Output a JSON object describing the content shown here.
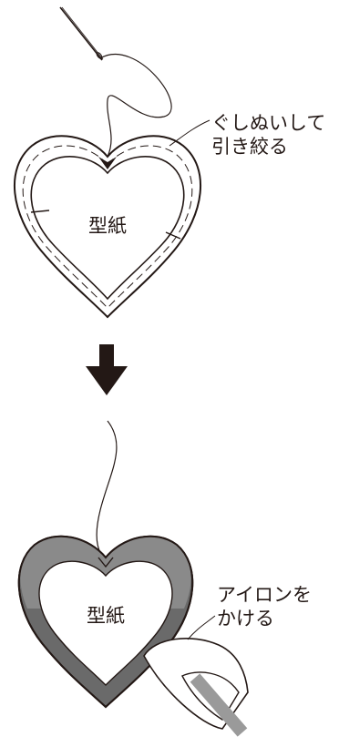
{
  "step1": {
    "callout_line1": "ぐしぬいして",
    "callout_line2": "引き絞る",
    "pattern_label": "型紙"
  },
  "arrow": {
    "color": "#231815"
  },
  "step2": {
    "callout_line1": "アイロンを",
    "callout_line2": "かける",
    "pattern_label": "型紙"
  },
  "colors": {
    "line": "#231815",
    "fabric_edge": "#7f7f7f",
    "fabric_fill_dark": "#5f5f5f",
    "iron_handle": "#9a9a9a"
  }
}
